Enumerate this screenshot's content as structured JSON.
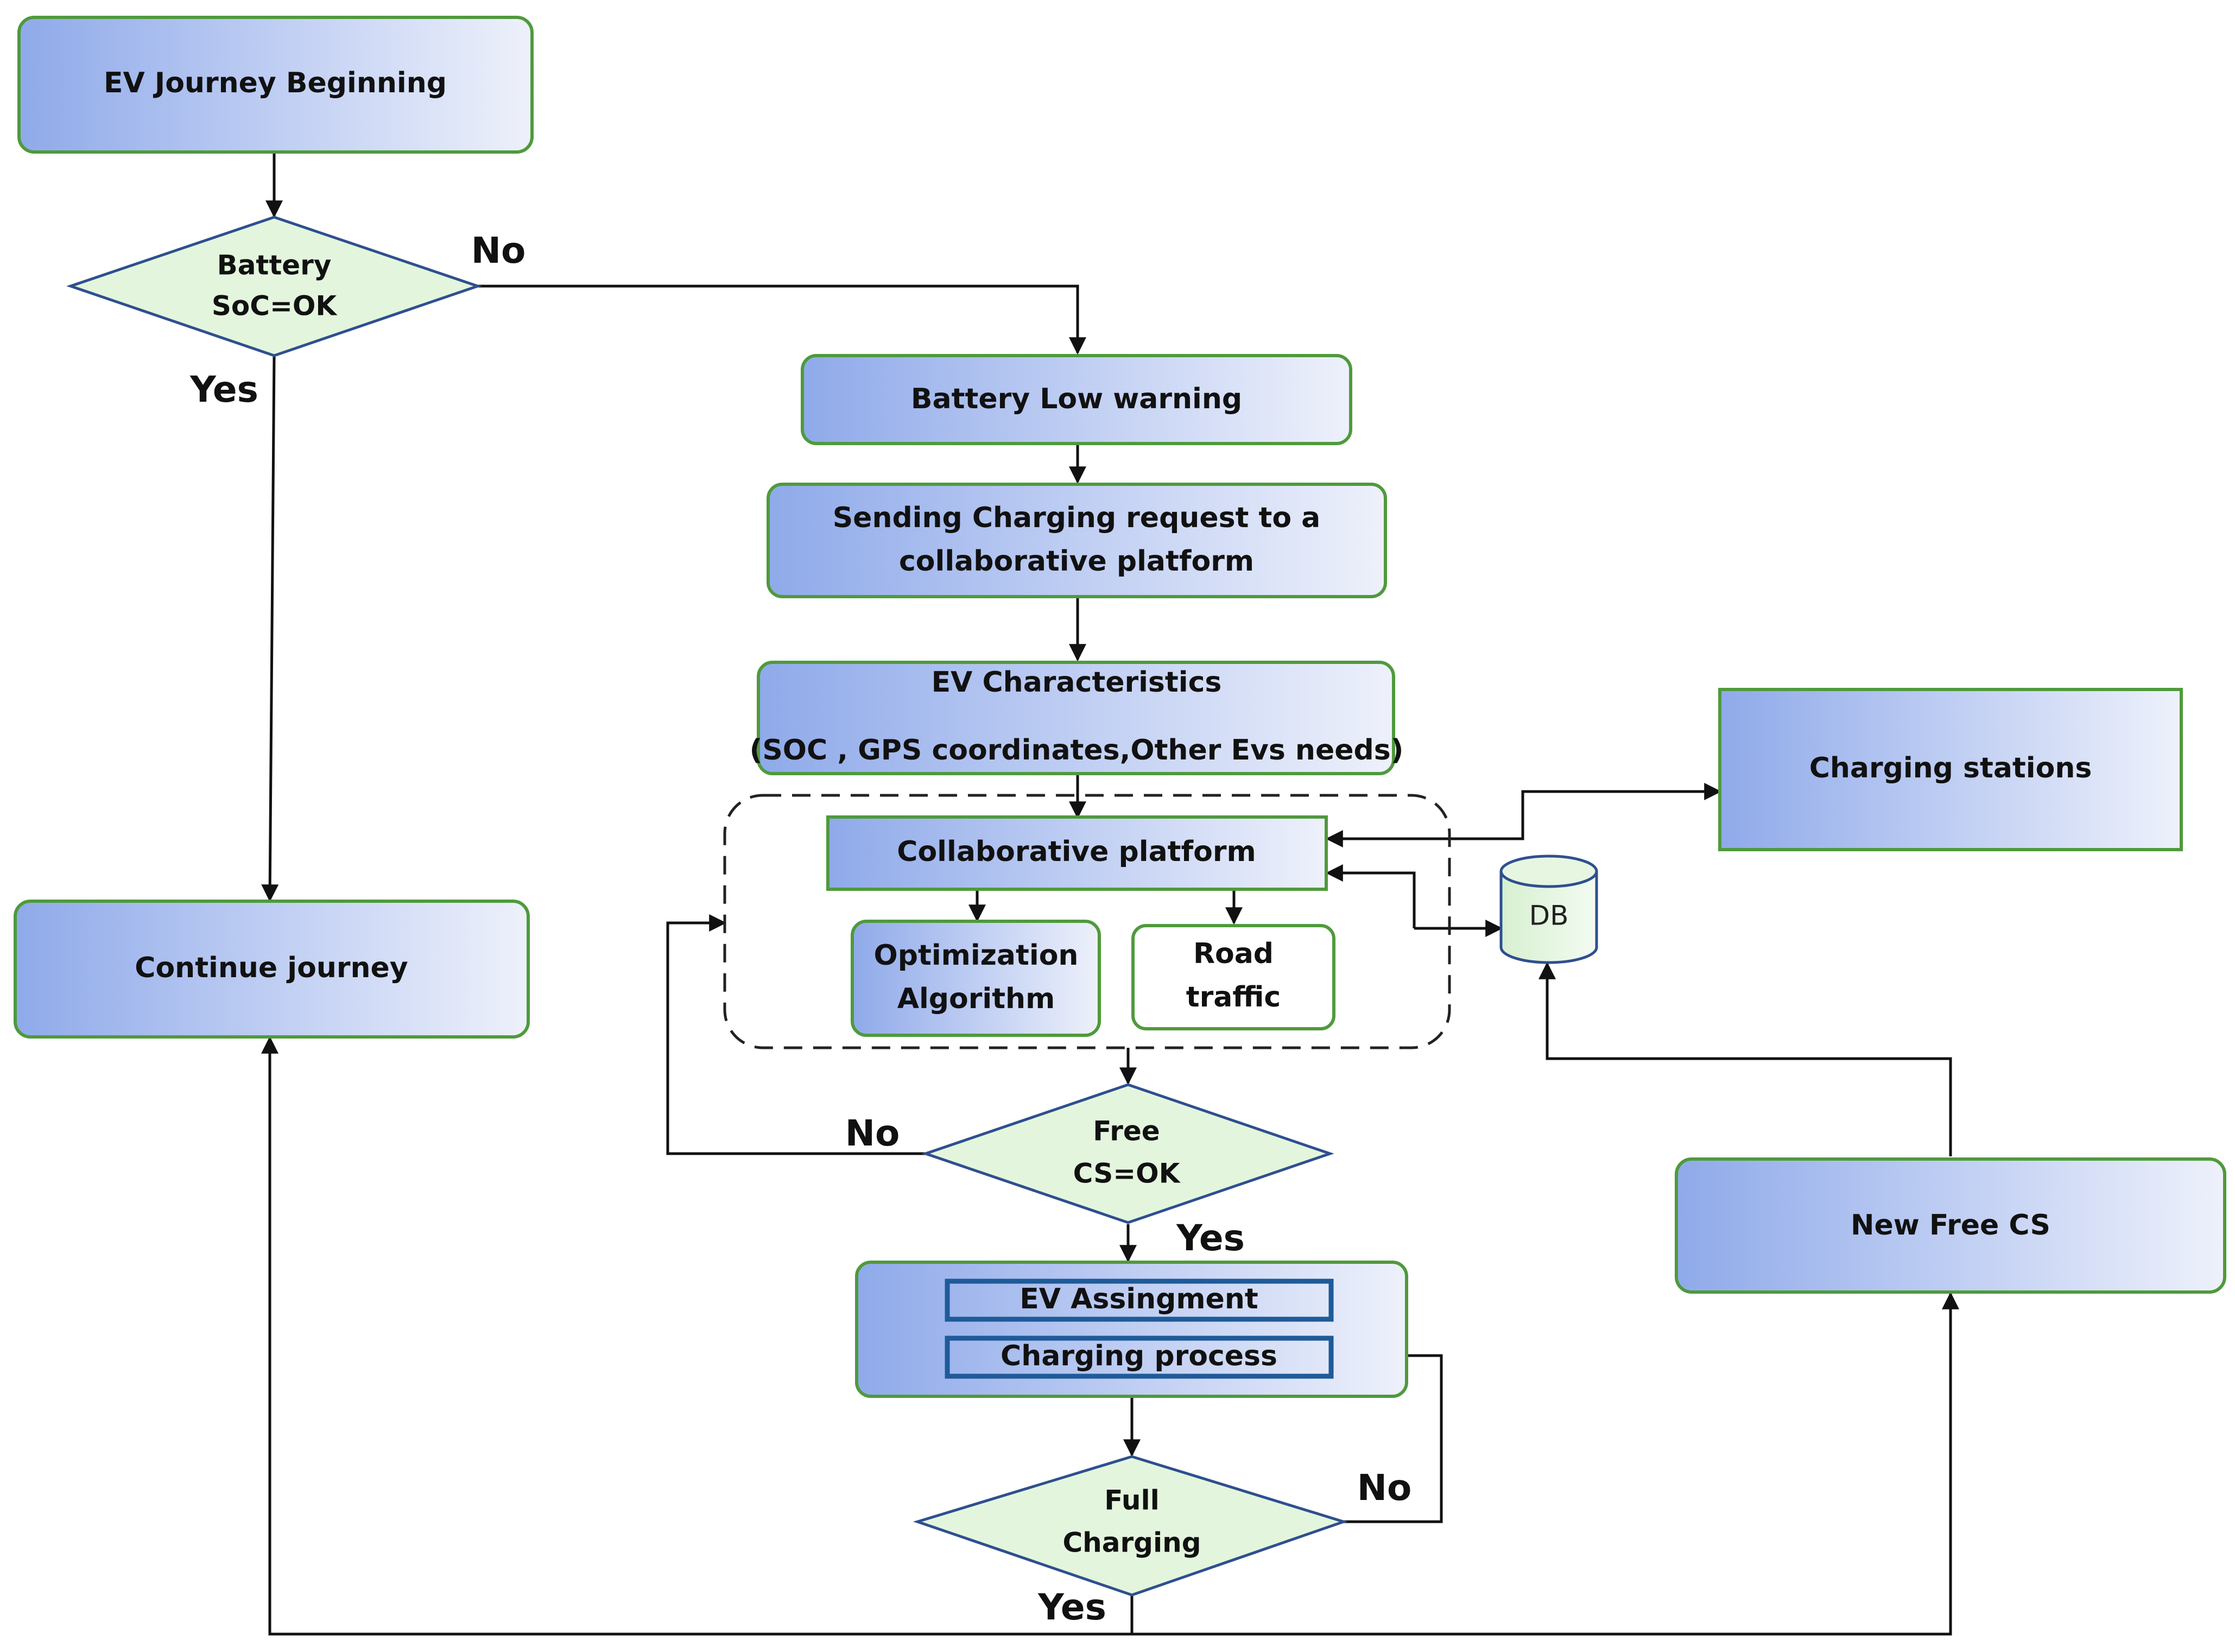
{
  "colors": {
    "box_fill_start": "#8faaea",
    "box_fill_end": "#eef1fb",
    "box_border": "#4f9a3c",
    "decision_fill": "#e3f6dd",
    "decision_border": "#2f4f8f",
    "inner_box_border": "#1f5a99",
    "connector": "#111111"
  },
  "boxes": {
    "ev_journey_beginning": "EV Journey Beginning",
    "battery_low_warning": "Battery Low warning",
    "sending_request_line1": "Sending Charging request to a",
    "sending_request_line2": "collaborative platform",
    "ev_characteristics_line1": "EV Characteristics",
    "ev_characteristics_line2": "(SOC , GPS coordinates,Other Evs needs)",
    "charging_stations": "Charging stations",
    "collaborative_platform": "Collaborative platform",
    "optimization_line1": "Optimization",
    "optimization_line2": "Algorithm",
    "road_traffic_line1": "Road",
    "road_traffic_line2": "traffic",
    "db": "DB",
    "continue_journey": "Continue journey",
    "new_free_cs": "New Free CS",
    "ev_assignment": "EV Assingment",
    "charging_process": "Charging process"
  },
  "decisions": {
    "battery_soc_line1": "Battery",
    "battery_soc_line2": "SoC=OK",
    "free_cs_line1": "Free",
    "free_cs_line2": "CS=OK",
    "full_charging_line1": "Full",
    "full_charging_line2": "Charging"
  },
  "labels": {
    "battery_no": "No",
    "battery_yes": "Yes",
    "free_cs_no": "No",
    "free_cs_yes": "Yes",
    "full_charging_no": "No",
    "full_charging_yes": "Yes"
  }
}
